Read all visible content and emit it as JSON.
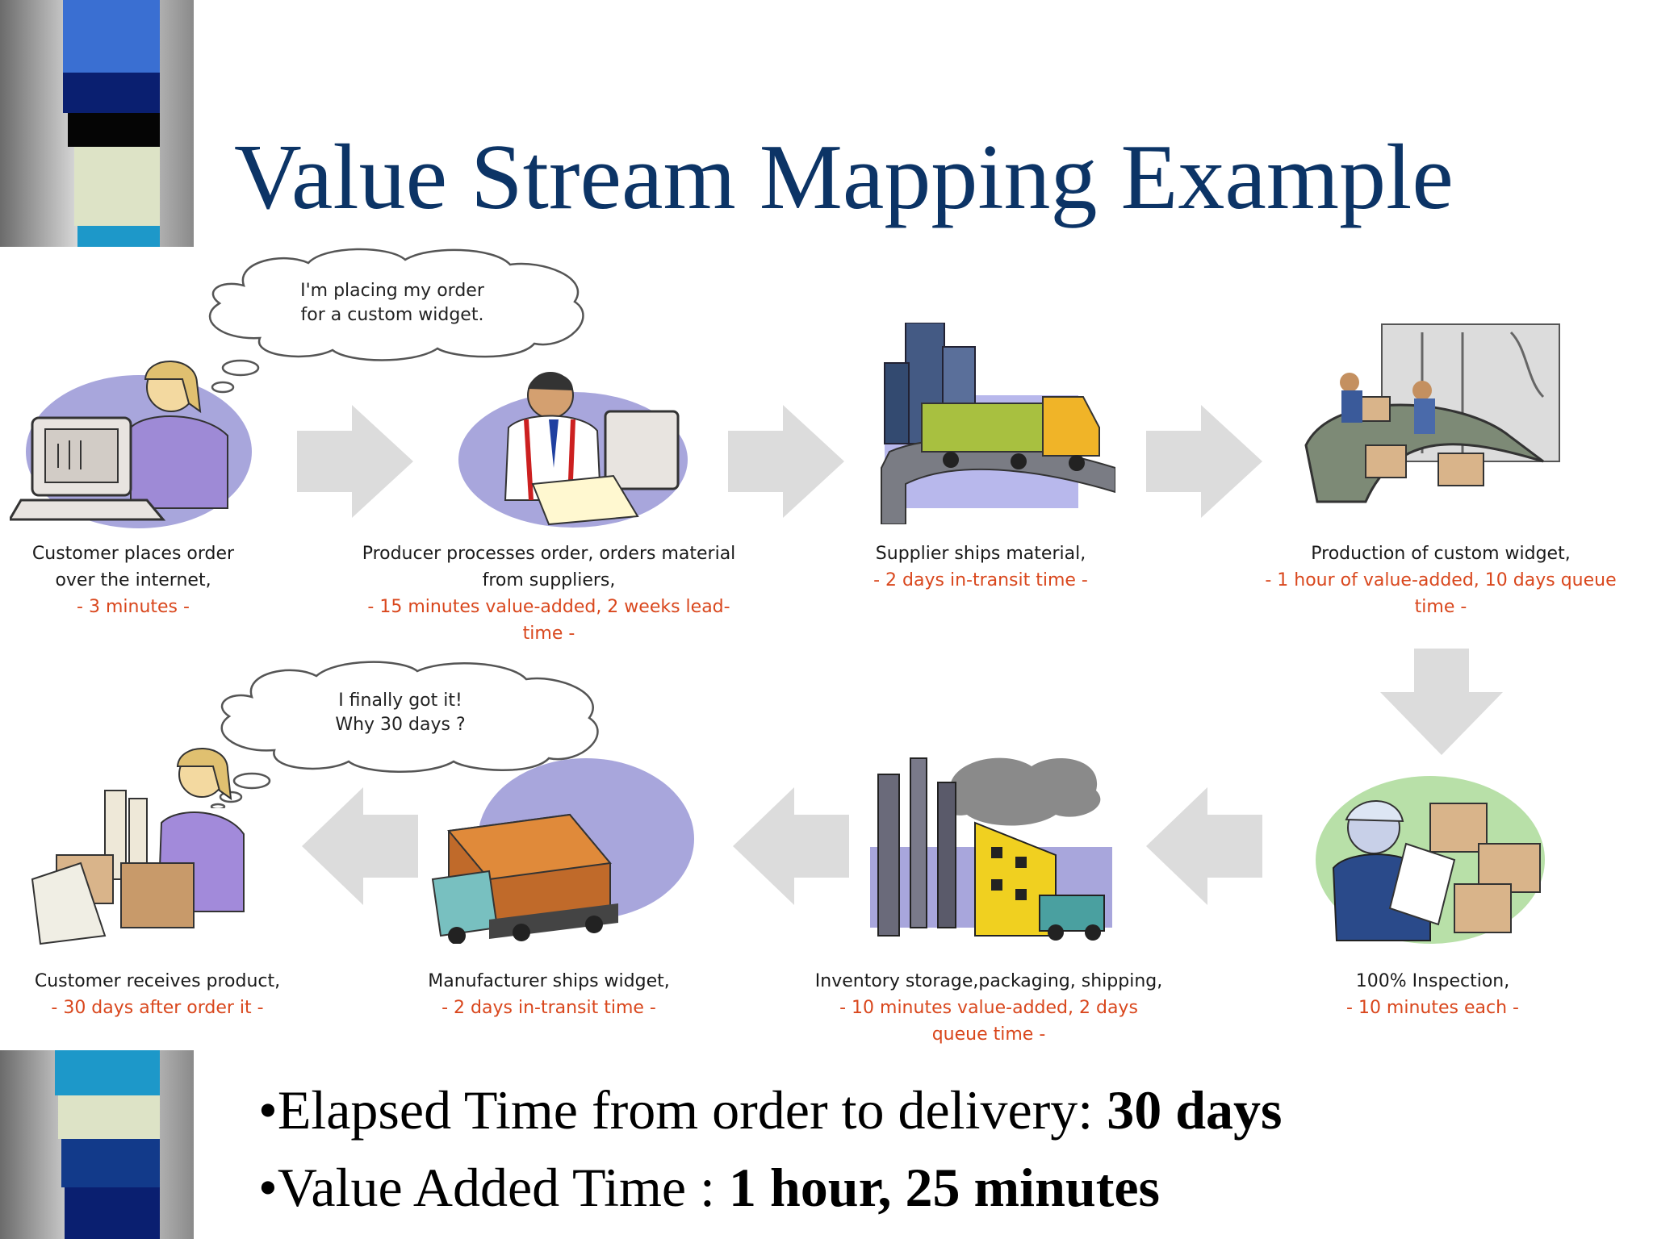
{
  "title": "Value Stream Mapping Example",
  "clouds": [
    {
      "lines": [
        "I'm placing my order",
        "for a custom widget."
      ]
    },
    {
      "lines": [
        "I finally got it!",
        "Why 30 days ?"
      ]
    }
  ],
  "steps": [
    {
      "text": [
        "Customer places order",
        "over the internet,"
      ],
      "time": [
        "- 3 minutes -"
      ]
    },
    {
      "text": [
        "Producer processes order, orders material",
        "from suppliers,"
      ],
      "time": [
        "- 15 minutes value-added, 2 weeks lead-",
        "time -"
      ]
    },
    {
      "text": [
        "Supplier ships material,"
      ],
      "time": [
        "- 2 days in-transit time -"
      ]
    },
    {
      "text": [
        "Production of custom widget,"
      ],
      "time": [
        "- 1 hour of value-added, 10 days queue",
        "time -"
      ]
    },
    {
      "text": [
        "100% Inspection,"
      ],
      "time": [
        "- 10 minutes each -"
      ]
    },
    {
      "text": [
        "Inventory storage,packaging, shipping,"
      ],
      "time": [
        "- 10 minutes value-added, 2 days",
        "queue time -"
      ]
    },
    {
      "text": [
        "Manufacturer ships widget,"
      ],
      "time": [
        "- 2 days in-transit time -"
      ]
    },
    {
      "text": [
        "Customer receives product,"
      ],
      "time": [
        "- 30 days after order it -"
      ]
    }
  ],
  "summary": [
    {
      "bullet": "•",
      "label": "Elapsed Time from order to delivery: ",
      "value": "30 days"
    },
    {
      "bullet": "•",
      "label": "Value Added Time : ",
      "value": "1 hour, 25 minutes"
    }
  ],
  "colors": {
    "title": "#0c3466",
    "time_text": "#d9471d",
    "arrow": "#dcdcdc",
    "blob": "#a8a6dc"
  }
}
